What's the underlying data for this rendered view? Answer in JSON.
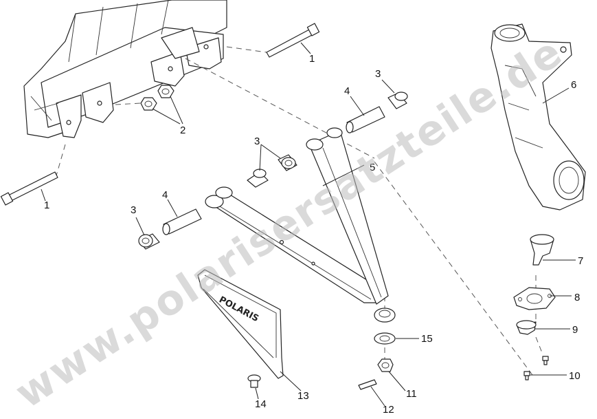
{
  "diagram": {
    "brand_logo_text": "POLARIS",
    "watermark_text": "www.polarisersatzteile.de",
    "callouts": [
      "1",
      "1",
      "2",
      "3",
      "3",
      "3",
      "4",
      "4",
      "5",
      "6",
      "7",
      "8",
      "9",
      "10",
      "11",
      "12",
      "13",
      "14",
      "15"
    ]
  }
}
